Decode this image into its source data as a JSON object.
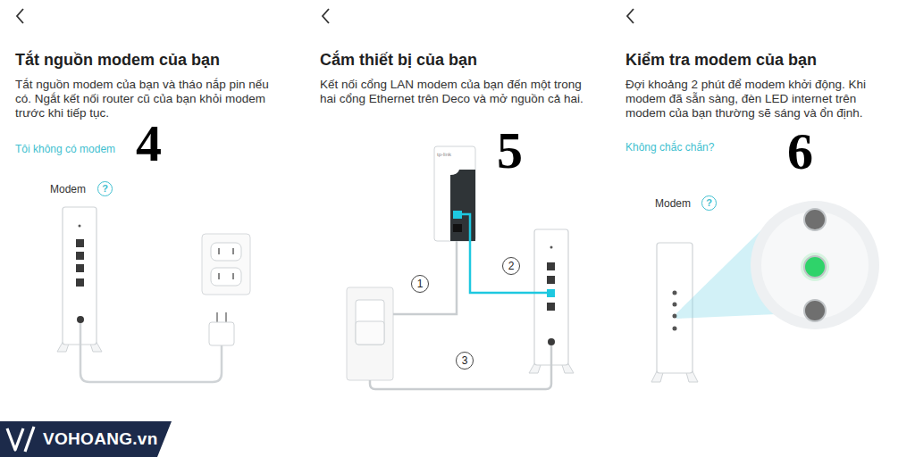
{
  "diagram": {
    "labels": [
      "Tắt nguồn modem của bạn",
      "Tắt nguồn modem của bạn và tháo nắp pin nếu có. Ngắt kết nối router cũ của bạn khỏi modem trước khi tiếp tục.",
      "Tôi không có modem",
      "4",
      "Modem",
      "?",
      "Cắm thiết bị của bạn",
      "Kết nối cổng LAN modem của bạn đến một trong hai cổng Ethernet trên Deco và mở nguồn cả hai.",
      "5",
      "tp-link",
      "1",
      "2",
      "3",
      "Kiểm tra modem của bạn",
      "Đợi khoảng 2 phút để modem khởi động. Khi modem đã sẵn sàng, đèn LED internet trên modem của bạn thường sẽ sáng và ổn định.",
      "Không chắc chắn?",
      "6",
      "Modem",
      "?",
      "VOHOANG.vn"
    ]
  }
}
